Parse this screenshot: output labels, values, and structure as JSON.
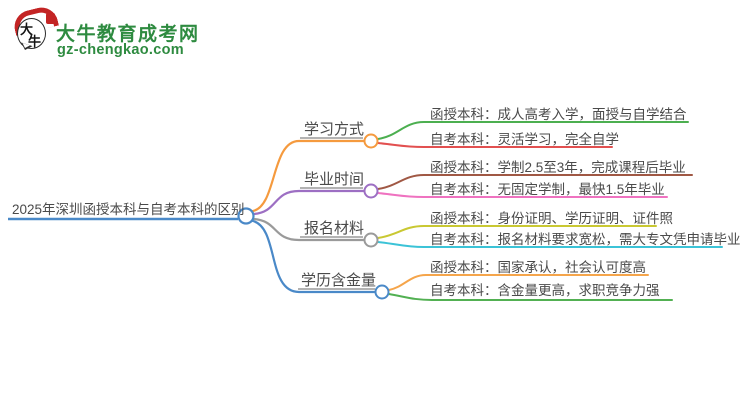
{
  "logo": {
    "icon_text_1": "大",
    "icon_text_2": "牛",
    "title": "大牛教育成考网",
    "subtitle": "gz-chengkao.com",
    "brand_green": "#2e8b40",
    "seal_red": "#c32424"
  },
  "mindmap": {
    "label_underline_gray": "#9a9a9a",
    "root": {
      "label": "2025年深圳函授本科与自考本科的区别",
      "color": "#4a89c8"
    },
    "branches": [
      {
        "label": "学习方式",
        "color": "#f59a3e",
        "leaves": [
          {
            "label": "函授本科：成人高考入学，面授与自学结合",
            "color": "#4caf50"
          },
          {
            "label": "自考本科：灵活学习，完全自学",
            "color": "#e25050"
          }
        ]
      },
      {
        "label": "毕业时间",
        "color": "#9d6fc3",
        "leaves": [
          {
            "label": "函授本科：学制2.5至3年，完成课程后毕业",
            "color": "#a05844"
          },
          {
            "label": "自考本科：无固定学制，最快1.5年毕业",
            "color": "#ef72c0"
          }
        ]
      },
      {
        "label": "报名材料",
        "color": "#9a9a9a",
        "leaves": [
          {
            "label": "函授本科：身份证明、学历证明、证件照",
            "color": "#c9c832"
          },
          {
            "label": "自考本科：报名材料要求宽松，需大专文凭申请毕业",
            "color": "#3bc3d7"
          }
        ]
      },
      {
        "label": "学历含金量",
        "color": "#4a89c8",
        "leaves": [
          {
            "label": "函授本科：国家承认，社会认可度高",
            "color": "#f5a54b"
          },
          {
            "label": "自考本科：含金量更高，求职竞争力强",
            "color": "#52b052"
          }
        ]
      }
    ]
  }
}
